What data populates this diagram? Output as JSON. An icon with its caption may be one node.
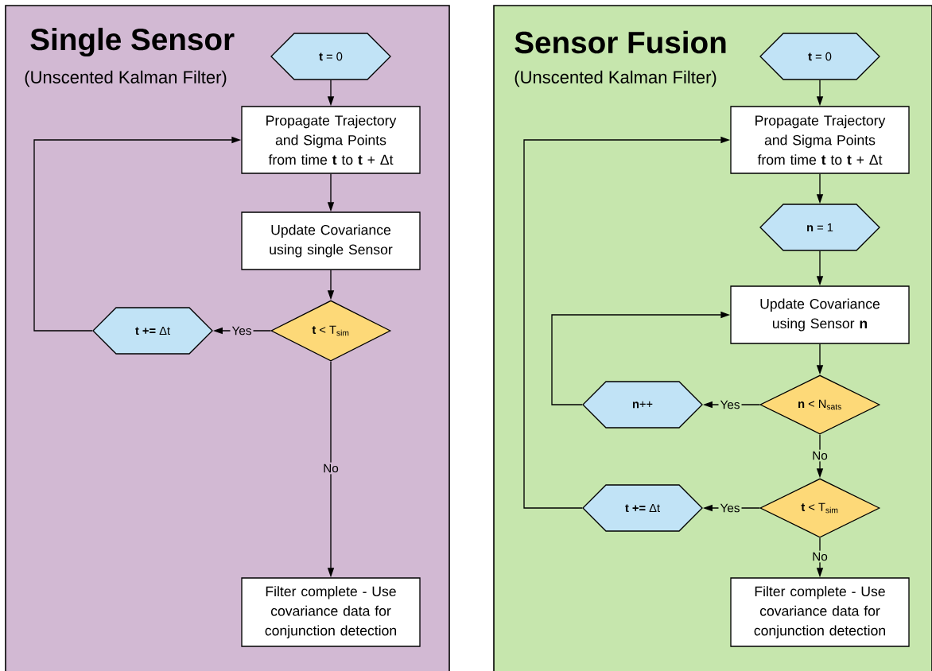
{
  "diagram": {
    "nodes": [
      {
        "text": [
          "Single Sensor",
          "(Unscented Kalman Filter)"
        ]
      },
      {
        "text": [
          "**t** = 0"
        ],
        "in": 0
      },
      {
        "text": [
          "Propagate Trajectory and Sigma Points from time **t** to **t** + Δt"
        ],
        "in": 0
      },
      {
        "text": [
          "Update Covariance using single Sensor"
        ],
        "in": 0
      },
      {
        "text": [
          "**t** < T$_{sim}$"
        ],
        "in": 0
      },
      {
        "text": [
          "**t +=** Δt"
        ],
        "in": 0
      },
      {
        "text": [
          "Filter complete - Use covariance data for conjunction detection"
        ],
        "in": 0
      },
      {
        "text": [
          "Sensor Fusion",
          "(Unscented Kalman Filter)"
        ]
      },
      {
        "text": [
          "**t** = 0"
        ],
        "in": 7
      },
      {
        "text": [
          "Propagate Trajectory and Sigma Points from time **t** to **t** + Δt"
        ],
        "in": 7
      },
      {
        "text": [
          "**n** = 1"
        ],
        "in": 7
      },
      {
        "text": [
          "Update Covariance using Sensor **n**"
        ],
        "in": 7
      },
      {
        "text": [
          "**n** < N$_{sats}$"
        ],
        "in": 7
      },
      {
        "text": [
          "**n**++"
        ],
        "in": 7
      },
      {
        "text": [
          "**t** < T$_{sim}$"
        ],
        "in": 7
      },
      {
        "text": [
          "**t +=** Δt"
        ],
        "in": 7
      },
      {
        "text": [
          "Filter complete - Use covariance data for conjunction detection"
        ],
        "in": 7
      }
    ],
    "edges": [
      {
        "from": 1,
        "to": 2,
        "arrow": "to"
      },
      {
        "from": 2,
        "to": 3,
        "arrow": "to"
      },
      {
        "from": 3,
        "to": 4,
        "arrow": "to"
      },
      {
        "from": 4,
        "to": 5,
        "arrow": "to",
        "label": "Yes"
      },
      {
        "from": 5,
        "to": 2,
        "arrow": "to"
      },
      {
        "from": 4,
        "to": 6,
        "arrow": "to",
        "label": "No"
      },
      {
        "from": 8,
        "to": 9,
        "arrow": "to"
      },
      {
        "from": 9,
        "to": 10,
        "arrow": "to"
      },
      {
        "from": 10,
        "to": 11,
        "arrow": "to"
      },
      {
        "from": 11,
        "to": 12,
        "arrow": "to"
      },
      {
        "from": 12,
        "to": 13,
        "arrow": "to",
        "label": "Yes"
      },
      {
        "from": 13,
        "to": 11,
        "arrow": "to"
      },
      {
        "from": 12,
        "to": 14,
        "arrow": "to",
        "label": "No"
      },
      {
        "from": 14,
        "to": 15,
        "arrow": "to",
        "label": "Yes"
      },
      {
        "from": 15,
        "to": 9,
        "arrow": "to"
      },
      {
        "from": 14,
        "to": 16,
        "arrow": "to",
        "label": "No"
      }
    ]
  }
}
